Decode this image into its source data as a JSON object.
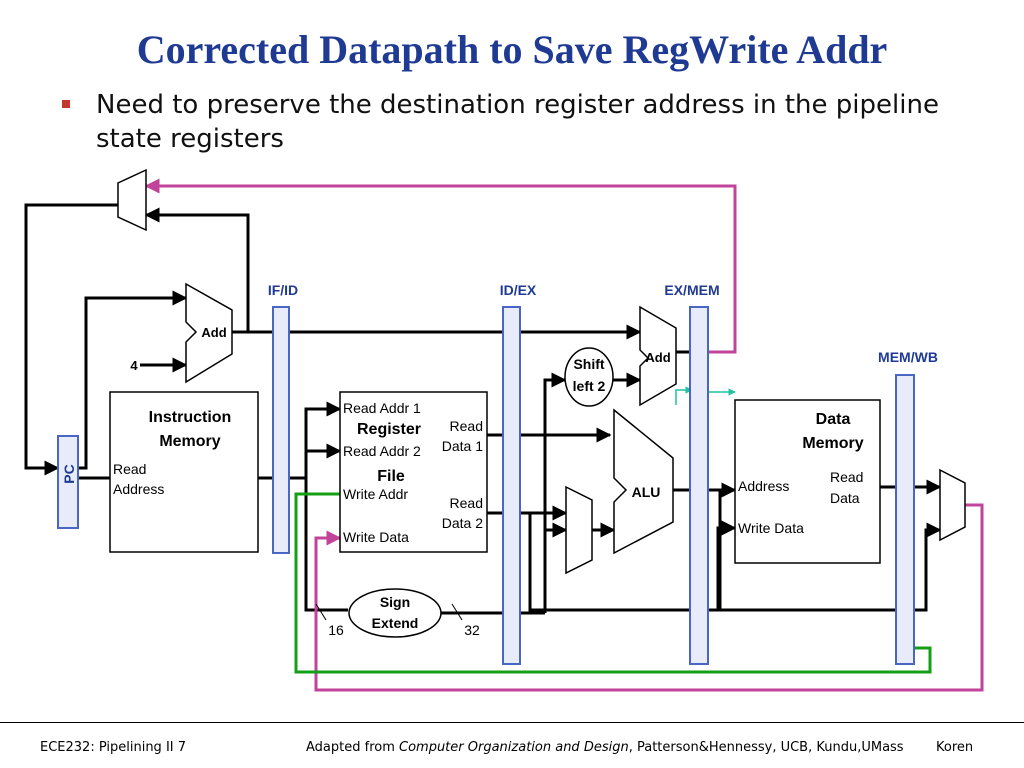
{
  "slide": {
    "title": "Corrected Datapath to Save RegWrite Addr",
    "bullet": "Need to preserve the destination register address in the pipeline state registers"
  },
  "diagram": {
    "pipeline_registers": [
      "IF/ID",
      "ID/EX",
      "EX/MEM",
      "MEM/WB"
    ],
    "pc_label": "PC",
    "add_label": "Add",
    "constant_four": "4",
    "instruction_memory": {
      "title_line1": "Instruction",
      "title_line2": "Memory",
      "read_line1": "Read",
      "read_line2": "Address"
    },
    "register_file": {
      "title_line1": "Register",
      "title_line2": "File",
      "read_addr1": "Read Addr 1",
      "read_addr2": "Read Addr 2",
      "write_addr": "Write Addr",
      "write_data": "Write Data",
      "read_data1_line1": "Read",
      "read_data1_line2": "Data 1",
      "read_data2_line1": "Read",
      "read_data2_line2": "Data 2"
    },
    "shift_left": {
      "line1": "Shift",
      "line2": "left 2"
    },
    "alu_label": "ALU",
    "sign_extend": {
      "line1": "Sign",
      "line2": "Extend"
    },
    "bits_in": "16",
    "bits_out": "32",
    "data_memory": {
      "title_line1": "Data",
      "title_line2": "Memory",
      "address": "Address",
      "write_data": "Write Data",
      "read_line1": "Read",
      "read_line2": "Data"
    },
    "colors": {
      "title": "#1f3a93",
      "pipe_reg": "#4a66c4",
      "pipe_reg_fill": "#e8ecfa",
      "regwrite_path": "#c2439a",
      "writeaddr_path": "#14a014",
      "branch_path": "#1ec3a0",
      "bullet": "#c0392b"
    }
  },
  "footer": {
    "left": "ECE232: Pipelining II 7",
    "adapted_prefix": "Adapted from ",
    "book": "Computer Organization and Design",
    "adapted_suffix": ", Patterson&Hennessy, UCB, Kundu,UMass",
    "right": "Koren"
  }
}
